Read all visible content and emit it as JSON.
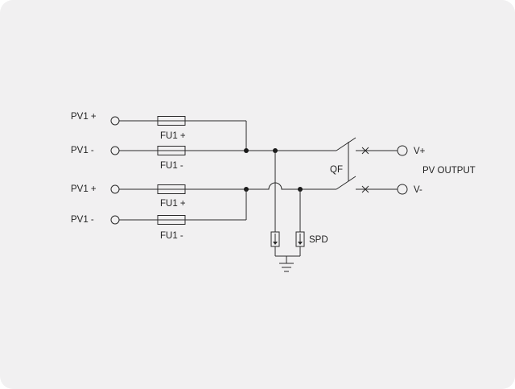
{
  "colors": {
    "background": "#f1f0f1",
    "line": "#2a2a2a",
    "text": "#222222"
  },
  "inputs": [
    {
      "label": "PV1 +",
      "fuse": "FU1 +"
    },
    {
      "label": "PV1 -",
      "fuse": "FU1 -"
    },
    {
      "label": "PV1 +",
      "fuse": "FU1 +"
    },
    {
      "label": "PV1 -",
      "fuse": "FU1 -"
    }
  ],
  "breaker": {
    "label": "QF"
  },
  "spd": {
    "label": "SPD"
  },
  "outputs": [
    {
      "label": "V+"
    },
    {
      "label": "V-"
    }
  ],
  "output_title": "PV OUTPUT"
}
